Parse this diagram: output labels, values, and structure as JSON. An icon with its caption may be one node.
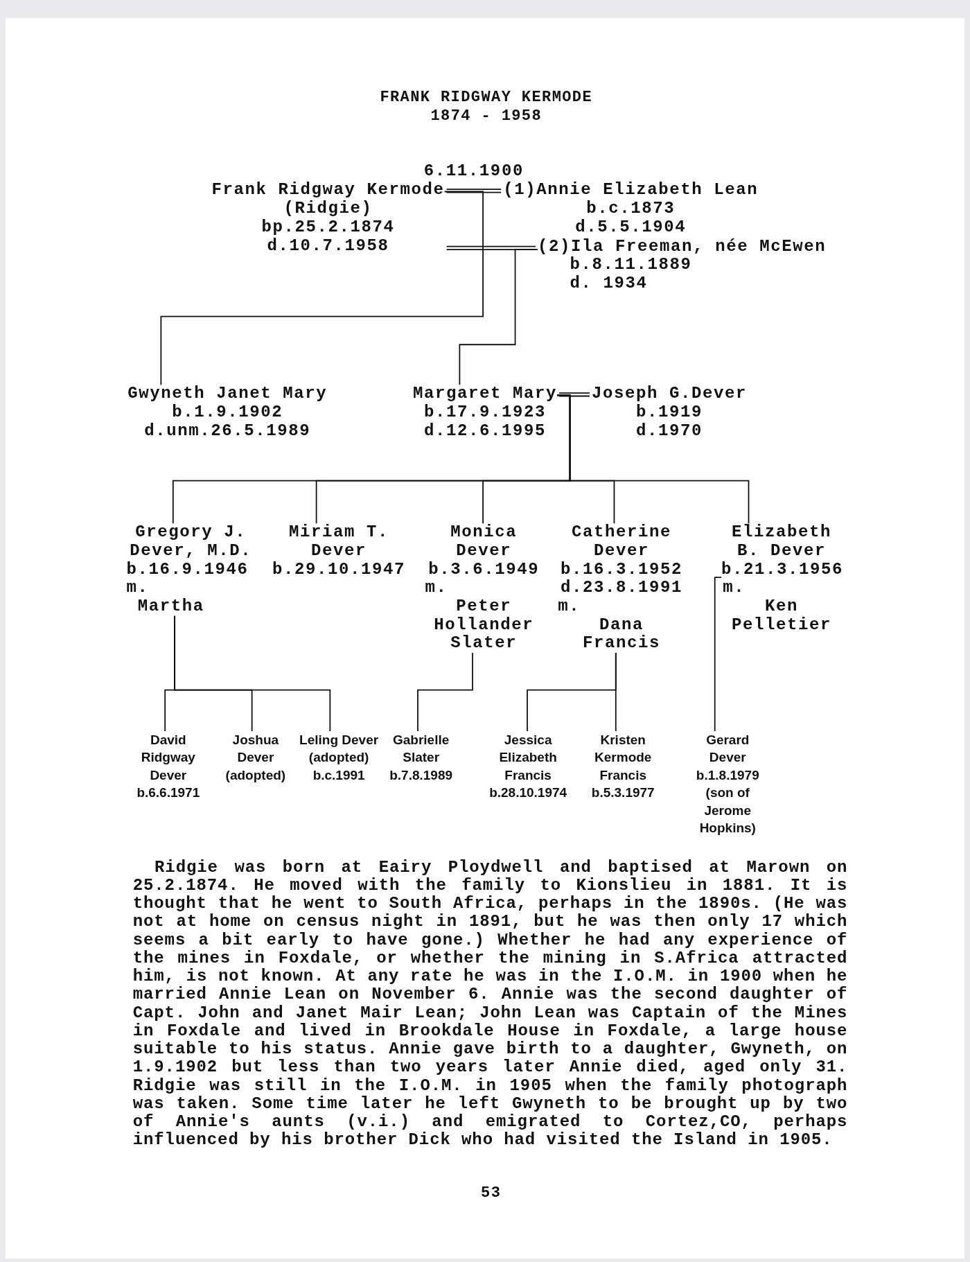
{
  "diagram": {
    "title": "FRANK RIDGWAY KERMODE 1874 - 1958",
    "nodes": [
      {
        "text": [
          "Frank Ridgway Kermode",
          "(Ridgie)",
          "bp.25.2.1874",
          "d.10.7.1958"
        ]
      },
      {
        "text": [
          "(1)Annie Elizabeth Lean",
          "b.c.1873",
          "d.5.5.1904"
        ]
      },
      {
        "text": [
          "(2)Ila Freeman, née McEwen",
          "b.8.11.1889",
          "d. 1934"
        ]
      },
      {
        "text": [
          "Gwyneth Janet Mary",
          "b.1.9.1902",
          "d.unm.26.5.1989"
        ]
      },
      {
        "text": [
          "Margaret Mary",
          "b.17.9.1923",
          "d.12.6.1995"
        ]
      },
      {
        "text": [
          "Joseph G.Dever",
          "b.1919",
          "d.1970"
        ]
      },
      {
        "text": [
          "Gregory J. Dever, M.D.",
          "b.16.9.1946",
          "m.",
          "Martha"
        ]
      },
      {
        "text": [
          "Miriam T. Dever",
          "b.29.10.1947"
        ]
      },
      {
        "text": [
          "Monica Dever",
          "b.3.6.1949",
          "m.",
          "Peter Hollander Slater"
        ]
      },
      {
        "text": [
          "Catherine Dever",
          "b.16.3.1952",
          "d.23.8.1991",
          "m.",
          "Dana Francis"
        ]
      },
      {
        "text": [
          "Elizabeth B. Dever",
          "b.21.3.1956",
          "m.",
          "Ken Pelletier"
        ]
      },
      {
        "text": [
          "David Ridgway Dever",
          "b.6.6.1971"
        ]
      },
      {
        "text": [
          "Joshua Dever",
          "(adopted)"
        ]
      },
      {
        "text": [
          "Leling Dever",
          "(adopted)",
          "b.c.1991"
        ]
      },
      {
        "text": [
          "Gabrielle Slater",
          "b.7.8.1989"
        ]
      },
      {
        "text": [
          "Jessica Elizabeth Francis",
          "b.28.10.1974"
        ]
      },
      {
        "text": [
          "Kristen Kermode Francis",
          "b.5.3.1977"
        ]
      },
      {
        "text": [
          "Gerard Dever",
          "b.1.8.1979",
          "(son of Jerome Hopkins)"
        ]
      }
    ],
    "edges": [
      {
        "from": 0,
        "to": 1,
        "arrow": "none",
        "label": "6.11.1900"
      },
      {
        "from": 0,
        "to": 2,
        "arrow": "none"
      },
      {
        "from": 0,
        "to": 3,
        "arrow": "none"
      },
      {
        "from": 2,
        "to": 4,
        "arrow": "none"
      },
      {
        "from": 4,
        "to": 5,
        "arrow": "none"
      },
      {
        "from": 4,
        "to": 6,
        "arrow": "none"
      },
      {
        "from": 4,
        "to": 7,
        "arrow": "none"
      },
      {
        "from": 4,
        "to": 8,
        "arrow": "none"
      },
      {
        "from": 4,
        "to": 9,
        "arrow": "none"
      },
      {
        "from": 4,
        "to": 10,
        "arrow": "none"
      },
      {
        "from": 6,
        "to": 11,
        "arrow": "none"
      },
      {
        "from": 6,
        "to": 12,
        "arrow": "none"
      },
      {
        "from": 6,
        "to": 13,
        "arrow": "none"
      },
      {
        "from": 8,
        "to": 14,
        "arrow": "none"
      },
      {
        "from": 9,
        "to": 15,
        "arrow": "none"
      },
      {
        "from": 9,
        "to": 16,
        "arrow": "none"
      },
      {
        "from": 10,
        "to": 17,
        "arrow": "none"
      }
    ],
    "labels": [
      "Ridgie was born at Eairy Ploydwell and baptised at Marown on 25.2.1874. He moved with the family to Kionslieu in 1881. It is thought that he went to South Africa, perhaps in the 1890s. (He was not at home on census night in 1891, but he was then only 17 which seems a bit early to have gone.) Whether he had any experience of the mines in Foxdale, or whether the mining in S.Africa attracted him, is not known. At any rate he was in the I.O.M. in 1900 when he married Annie Lean on November 6. Annie was the second daughter of Capt. John and Janet Mair Lean; John Lean was Captain of the Mines in Foxdale and lived in Brookdale House in Foxdale, a large house suitable to his status. Annie gave birth to a daughter, Gwyneth, on 1.9.1902 but less than two years later Annie died, aged only 31. Ridgie was still in the I.O.M. in 1905 when the family photograph was taken. Some time later he left Gwyneth to be brought up by two of Annie's aunts (v.i.) and emigrated to Cortez,CO, perhaps influenced by his brother Dick who had visited the Island in 1905.",
      "53"
    ]
  }
}
